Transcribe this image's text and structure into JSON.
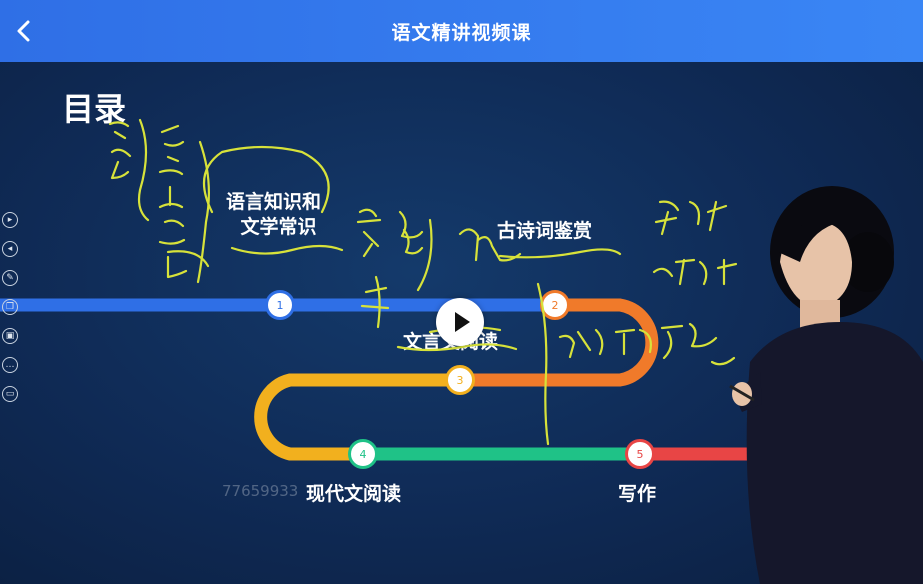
{
  "header": {
    "title": "语文精讲视频课",
    "back_icon": "chevron-left-icon"
  },
  "slide": {
    "title": "目录",
    "topics": [
      {
        "num": "1",
        "label_line1": "语言知识和",
        "label_line2": "文学常识"
      },
      {
        "num": "2",
        "label": "古诗词鉴赏"
      },
      {
        "num": "3",
        "label": "文言文阅读"
      },
      {
        "num": "4",
        "label": "现代文阅读"
      },
      {
        "num": "5",
        "label": "写作"
      }
    ],
    "watermark": "77659933"
  },
  "player": {
    "play_icon": "play-icon"
  },
  "toolbar": {
    "tools": [
      "play-icon",
      "rewind-icon",
      "pen-icon",
      "copy-icon",
      "image-icon",
      "more-icon",
      "screen-icon"
    ]
  },
  "colors": {
    "header_start": "#2f6fe6",
    "header_end": "#3a86f5",
    "track_blue": "#2f6fe6",
    "track_orange": "#f07a2a",
    "track_yellow": "#f2b01e",
    "track_green": "#1fc287",
    "track_red": "#e84545",
    "ink": "#d7e23a",
    "background": "#0f2445"
  }
}
